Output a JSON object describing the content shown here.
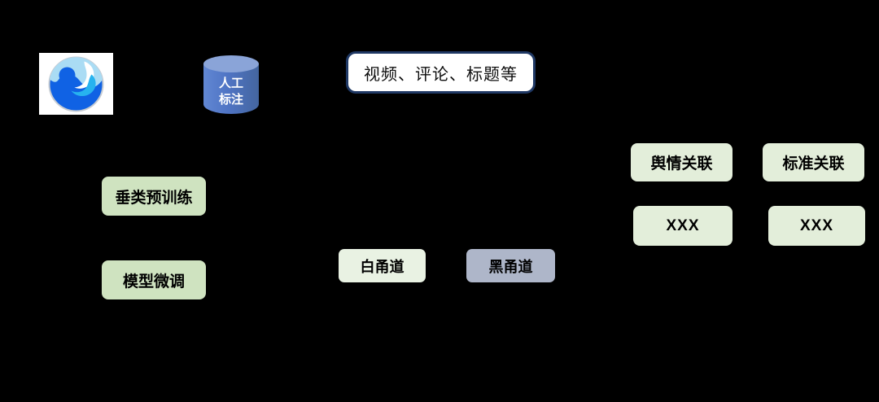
{
  "colors": {
    "background": "#000000",
    "top_box_fill": "#ffffff",
    "top_box_border": "#1f3864",
    "green_box_fill": "#cfe3c0",
    "light_green_box_fill": "#e3eeda",
    "white_channel_fill": "#e9f2e3",
    "black_channel_fill": "#aeb6c9",
    "cylinder_body": "#4f74c4",
    "cylinder_top": "#8aa4d8",
    "logo_blue": "#1062e4",
    "logo_cyan": "#27b3ef",
    "logo_pale_blue": "#aadcf4",
    "text": "#000000",
    "cylinder_text": "#ffffff"
  },
  "nodes": {
    "annotation_db": {
      "lines": [
        "人工",
        "标注"
      ]
    },
    "data_source": {
      "label": "视频、评论、标题等"
    },
    "pretrain": {
      "label": "垂类预训练"
    },
    "finetune": {
      "label": "模型微调"
    },
    "white_channel": {
      "label": "白甬道"
    },
    "black_channel": {
      "label": "黑甬道"
    },
    "sentiment_link": {
      "label": "舆情关联"
    },
    "standard_link": {
      "label": "标准关联"
    },
    "placeholder_left": {
      "label": "XXX"
    },
    "placeholder_right": {
      "label": "XXX"
    }
  },
  "icons": {
    "logo": "blue-water-swirl-logo"
  }
}
